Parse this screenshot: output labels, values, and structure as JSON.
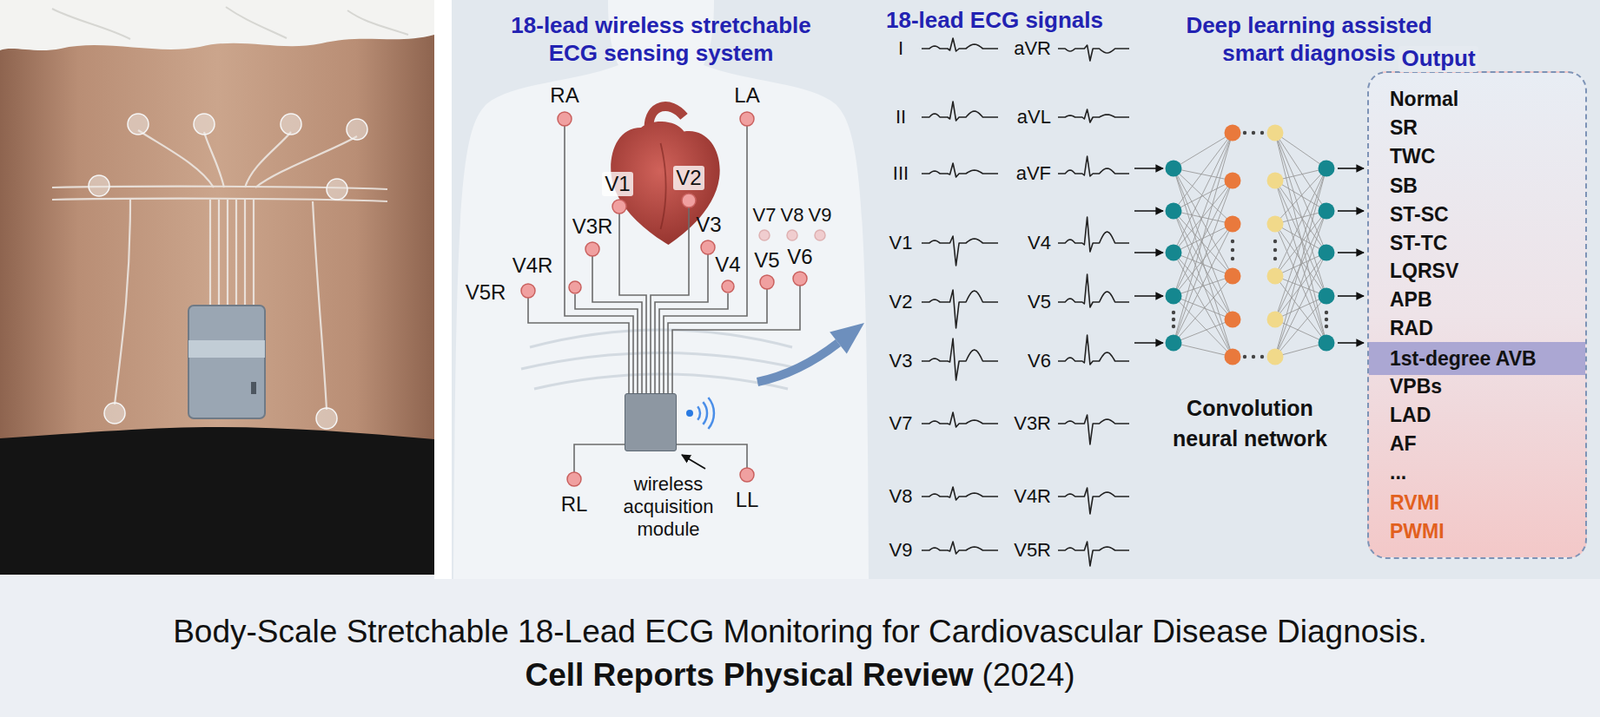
{
  "diagram": {
    "caption": "Body-Scale Stretchable 18-Lead ECG Monitoring for Cardiovascular Disease Diagnosis.",
    "nodes": [
      {
        "text": [
          "wireless acquisition module"
        ]
      },
      {
        "text": [
          "Output",
          "Normal",
          "SR",
          "TWC",
          "SB",
          "ST-SC",
          "ST-TC",
          "LQRSV",
          "APB",
          "RAD",
          "VPBs",
          "LAD",
          "AF",
          "...",
          "RVMI",
          "PWMI"
        ]
      },
      {
        "text": [
          "1st-degree AVB"
        ],
        "in": 1
      }
    ],
    "labels": [
      "18-lead wireless stretchable ECG sensing system",
      "RA",
      "LA",
      "V1",
      "V2",
      "V3R",
      "V3",
      "V7",
      "V8",
      "V9",
      "V4R",
      "V4",
      "V5",
      "V6",
      "V5R",
      "RL",
      "LL",
      "18-lead ECG signals",
      "I",
      "aVR",
      "II",
      "aVL",
      "III",
      "aVF",
      "V1",
      "V4",
      "V2",
      "V5",
      "V3",
      "V6",
      "V7",
      "V3R",
      "V8",
      "V4R",
      "V9",
      "V5R",
      "Deep learning assisted smart diagnosis",
      "Convolution neural network",
      "Cell Reports Physical Review",
      "(2024)"
    ]
  }
}
